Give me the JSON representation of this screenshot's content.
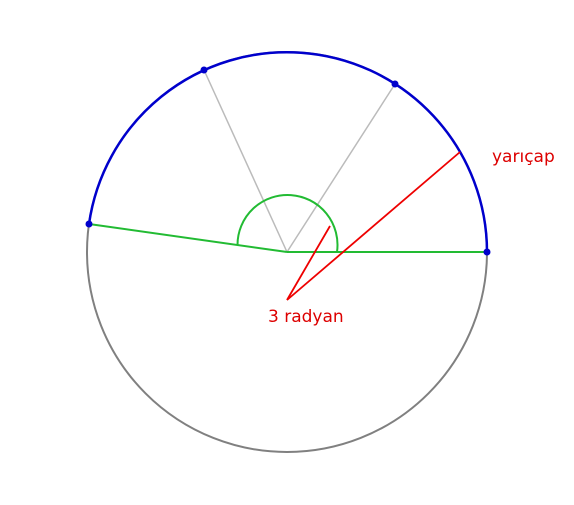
{
  "labels": {
    "radius": "yarıçap",
    "angle": "3 radyan"
  },
  "colors": {
    "circle": "#808080",
    "arc": "#0000cc",
    "points": "#0000cc",
    "angle_rays": "#22bb33",
    "angle_arc": "#22bb33",
    "division_lines": "#bbbbbb",
    "radius_line": "#ee0000",
    "label_text": "#dd0000",
    "background": "#ffffff"
  },
  "arc_points_count": 4
}
